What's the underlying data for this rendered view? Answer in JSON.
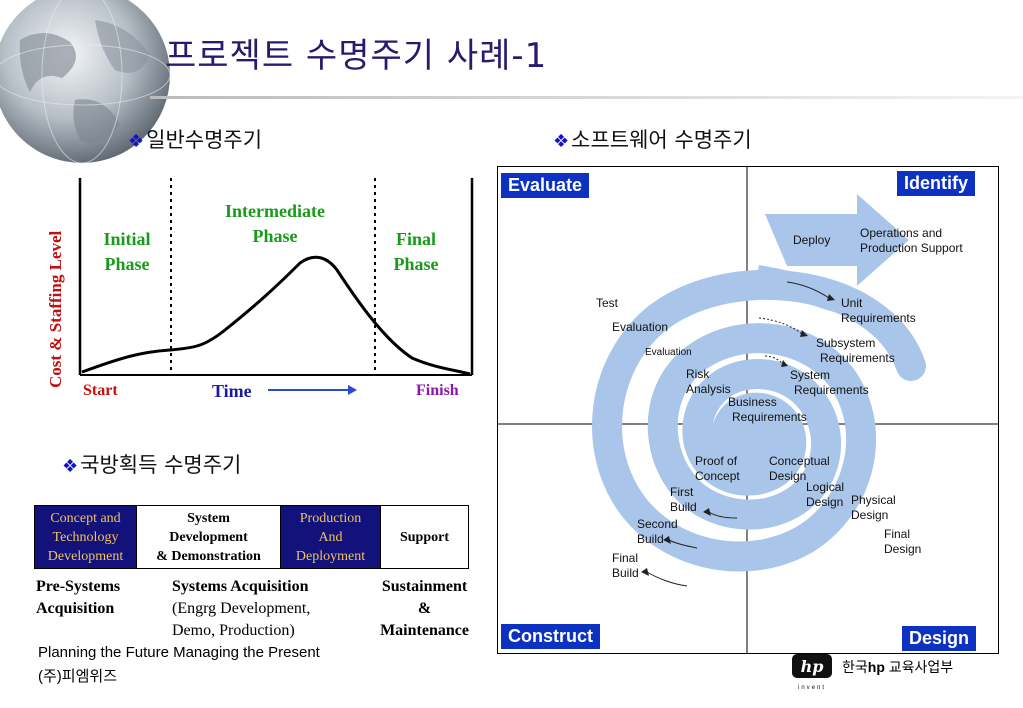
{
  "title": "프로젝트 수명주기  사례-1",
  "general": {
    "heading": "일반수명주기",
    "ylabel": "Cost & Staffing Level",
    "phases": [
      "Initial\nPhase",
      "Intermediate\nPhase",
      "Final\nPhase"
    ],
    "start": "Start",
    "time": "Time",
    "finish": "Finish"
  },
  "defense": {
    "heading": "국방획득 수명주기",
    "cells": [
      "Concept and\nTechnology\nDevelopment",
      "System\nDevelopment\n& Demonstration",
      "Production\nAnd\nDeployment",
      "Support"
    ],
    "labels": [
      "Pre-Systems\nAcquisition",
      "Systems Acquisition\n(Engrg Development,\nDemo, Production)",
      "Sustainment\n&\nMaintenance"
    ]
  },
  "software": {
    "heading": "소프트웨어 수명주기",
    "quadrants": {
      "evaluate": "Evaluate",
      "identify": "Identify",
      "construct": "Construct",
      "design": "Design"
    },
    "labels": {
      "deploy": "Deploy",
      "operations": "Operations and\nProduction Support",
      "test": "Test",
      "evaluation": "Evaluation",
      "evaluation_small": "Evaluation",
      "unit_req": "Unit\nRequirements",
      "subsystem_req": "Subsystem\nRequirements",
      "system_req": "System\nRequirements",
      "risk": "Risk\nAnalysis",
      "business_req": "Business\nRequirements",
      "proof": "Proof of\nConcept",
      "conceptual": "Conceptual\nDesign",
      "logical": "Logical\nDesign",
      "first_build": "First\nBuild",
      "physical": "Physical\nDesign",
      "second_build": "Second\nBuild",
      "final_design": "Final\nDesign",
      "final_build": "Final\nBuild"
    }
  },
  "footer": {
    "line1": "Planning the Future  Managing the Present",
    "line2": "(주)피엠위즈",
    "logo_text": "hp",
    "logo_sub": "invent",
    "org_prefix": "한국",
    "org_hp": "hp",
    "org_suffix": " 교육사업부"
  },
  "colors": {
    "spiral": "#a9c6ea",
    "quadrant_box": "#0d32c2",
    "phase_green": "#1a9a1a",
    "ylabel_red": "#c01010"
  }
}
